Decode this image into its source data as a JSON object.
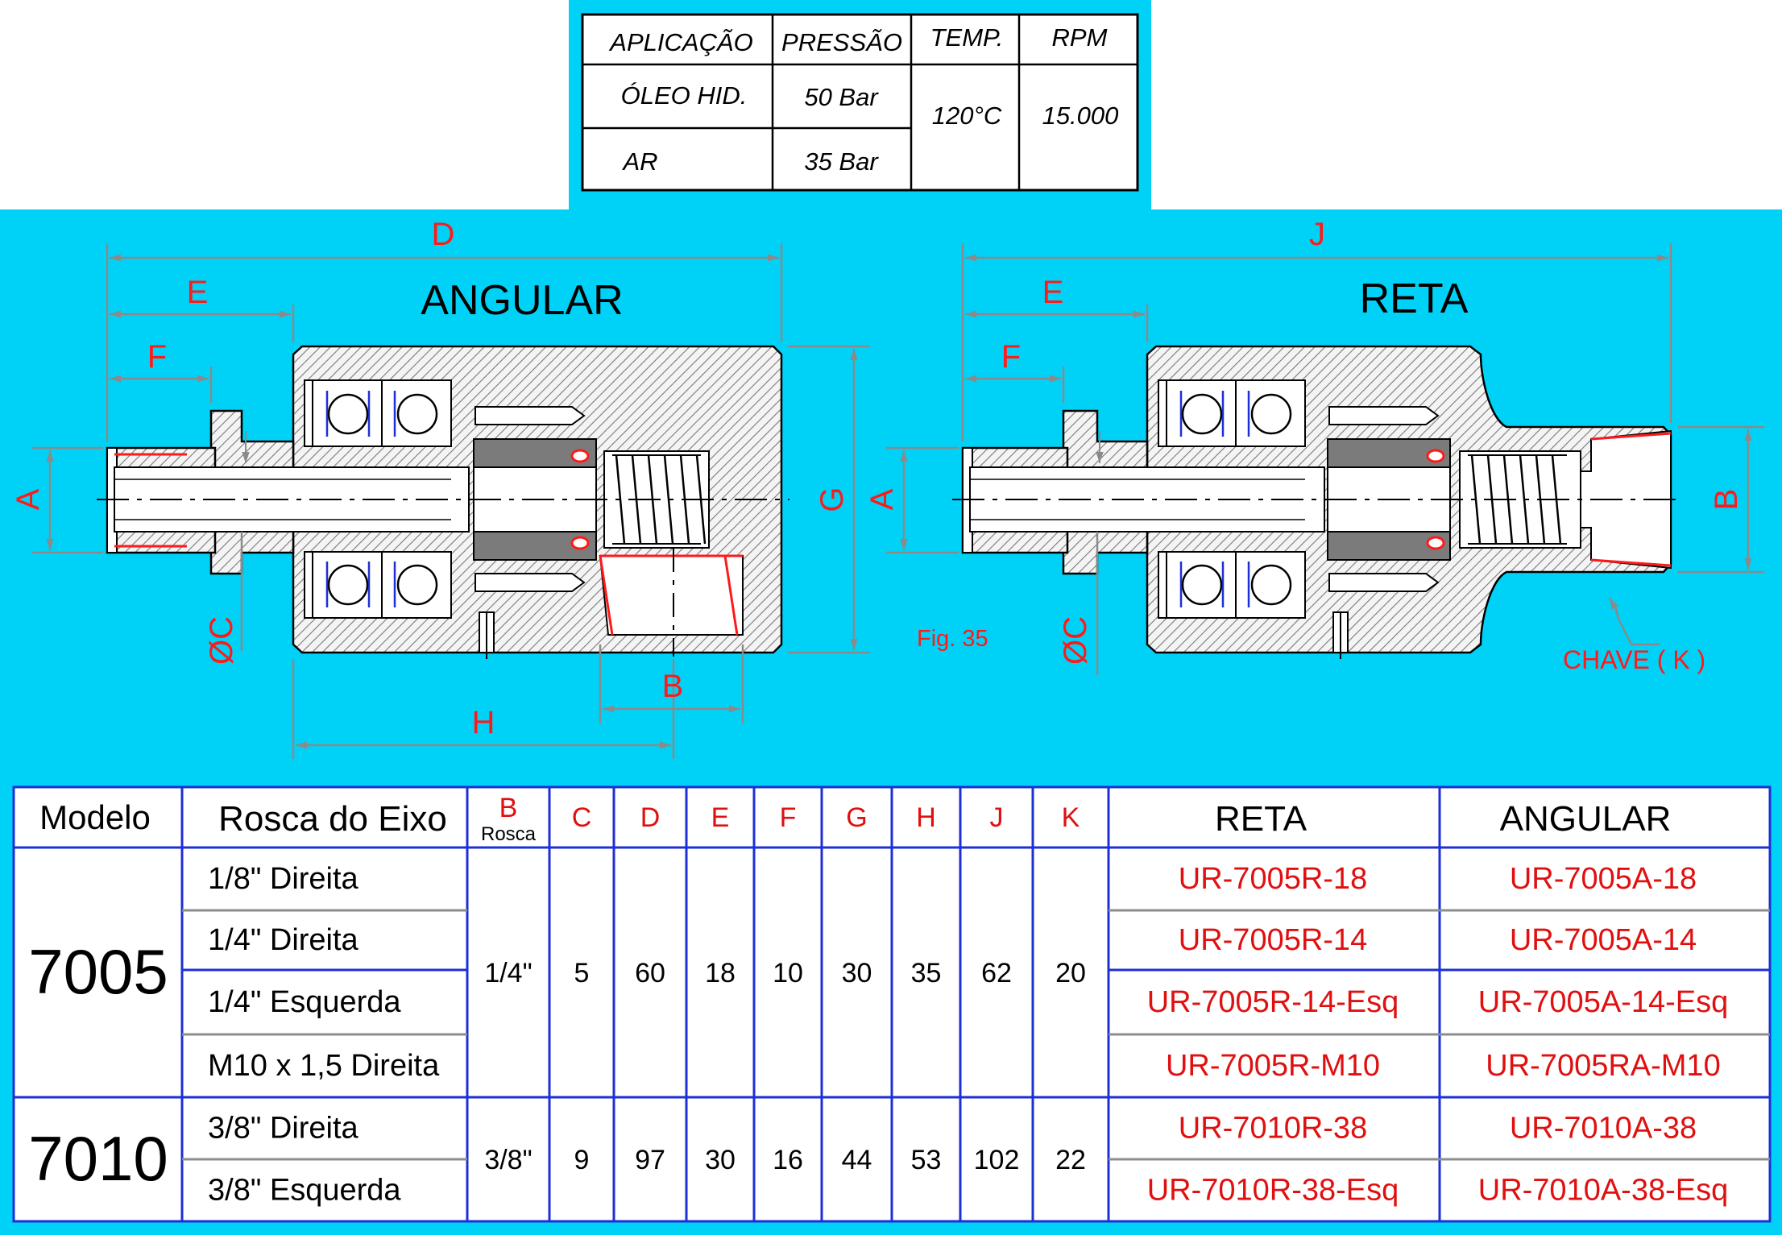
{
  "spec_table": {
    "headers": [
      "APLICAÇÃO",
      "PRESSÃO",
      "TEMP.",
      "RPM"
    ],
    "rows": [
      {
        "aplicacao": "ÓLEO HID.",
        "pressao": "50 Bar"
      },
      {
        "aplicacao": "AR",
        "pressao": "35 Bar"
      }
    ],
    "temp": "120°C",
    "rpm": "15.000"
  },
  "drawing": {
    "angular_title": "ANGULAR",
    "reta_title": "RETA",
    "figure_label": "Fig. 35",
    "chave_label": "CHAVE   ( K )",
    "dims": {
      "A": "A",
      "B": "B",
      "C": "ØC",
      "D": "D",
      "E": "E",
      "F": "F",
      "G": "G",
      "H": "H",
      "J": "J"
    }
  },
  "main_table": {
    "headers": {
      "modelo": "Modelo",
      "rosca_eixo": "Rosca do Eixo",
      "b": "B",
      "b_sub": "Rosca",
      "c": "C",
      "d": "D",
      "e": "E",
      "f": "F",
      "g": "G",
      "h": "H",
      "j": "J",
      "k": "K",
      "reta": "RETA",
      "angular": "ANGULAR"
    },
    "groups": [
      {
        "modelo": "7005",
        "b": "1/4\"",
        "c": "5",
        "d": "60",
        "e": "18",
        "f": "10",
        "g": "30",
        "h": "35",
        "j": "62",
        "k": "20",
        "rows": [
          {
            "rosca": "1/8\"  Direita",
            "reta": "UR-7005R-18",
            "angular": "UR-7005A-18"
          },
          {
            "rosca": "1/4\"  Direita",
            "reta": "UR-7005R-14",
            "angular": "UR-7005A-14"
          },
          {
            "rosca": "1/4\"  Esquerda",
            "reta": "UR-7005R-14-Esq",
            "angular": "UR-7005A-14-Esq"
          },
          {
            "rosca": "M10 x 1,5 Direita",
            "reta": "UR-7005R-M10",
            "angular": "UR-7005RA-M10"
          }
        ]
      },
      {
        "modelo": "7010",
        "b": "3/8\"",
        "c": "9",
        "d": "97",
        "e": "30",
        "f": "16",
        "g": "44",
        "h": "53",
        "j": "102",
        "k": "22",
        "rows": [
          {
            "rosca": "3/8\"  Direita",
            "reta": "UR-7010R-38",
            "angular": "UR-7010A-38"
          },
          {
            "rosca": "3/8\"  Esquerda",
            "reta": "UR-7010R-38-Esq",
            "angular": "UR-7010A-38-Esq"
          }
        ]
      }
    ]
  },
  "colors": {
    "cyan_background": "#00d2f7",
    "dimension_red": "#ff1a1a",
    "table_blue": "#1d2fd6",
    "table_gray_line": "#8c8c8c",
    "part_code_red": "#e01010",
    "body_hatch": "#777777"
  }
}
